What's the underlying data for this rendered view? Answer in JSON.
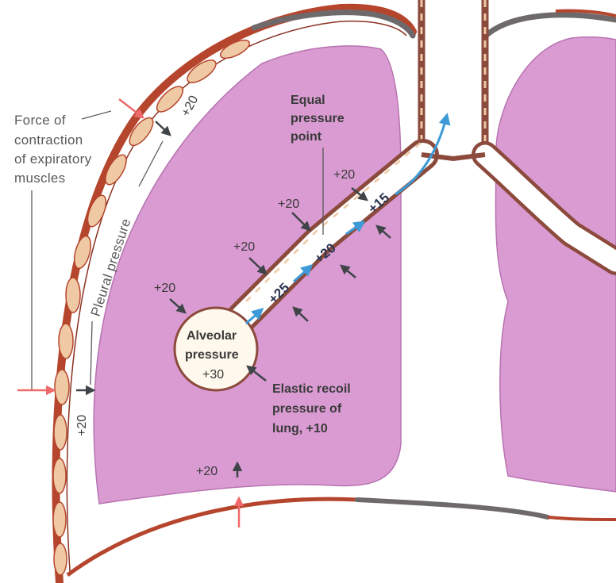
{
  "labels": {
    "force_line1": "Force of",
    "force_line2": "contraction",
    "force_line3": "of expiratory",
    "force_line4": "muscles",
    "pleural_pressure": "Pleural pressure",
    "equal_line1": "Equal",
    "equal_line2": "pressure",
    "equal_line3": "point",
    "alveolar_line1": "Alveolar",
    "alveolar_line2": "pressure",
    "alveolar_value": "+30",
    "elastic_line1": "Elastic recoil",
    "elastic_line2": "pressure of",
    "elastic_line3": "lung, +10"
  },
  "pressures": {
    "pleural_top": "+20",
    "pleural_left": "+20",
    "pleural_bottom": "+20",
    "airway_near_alveolus": "+20",
    "airway_mid": "+20",
    "airway_upper": "+20",
    "airway_top": "+20",
    "flow_25": "+25",
    "flow_20": "+20",
    "flow_15": "+15"
  },
  "colors": {
    "lung_fill": "#d99bd1",
    "lung_edge": "#b774b0",
    "chest_wall": "#b5452c",
    "muscle_fill": "#efc9a4",
    "airway_wall": "#8b4a3c",
    "airway_dark": "#6f5d5d",
    "pressure_arrow": "#3e4448",
    "flow_arrow": "#3d9ad6",
    "force_arrow": "#ef6a6a"
  }
}
